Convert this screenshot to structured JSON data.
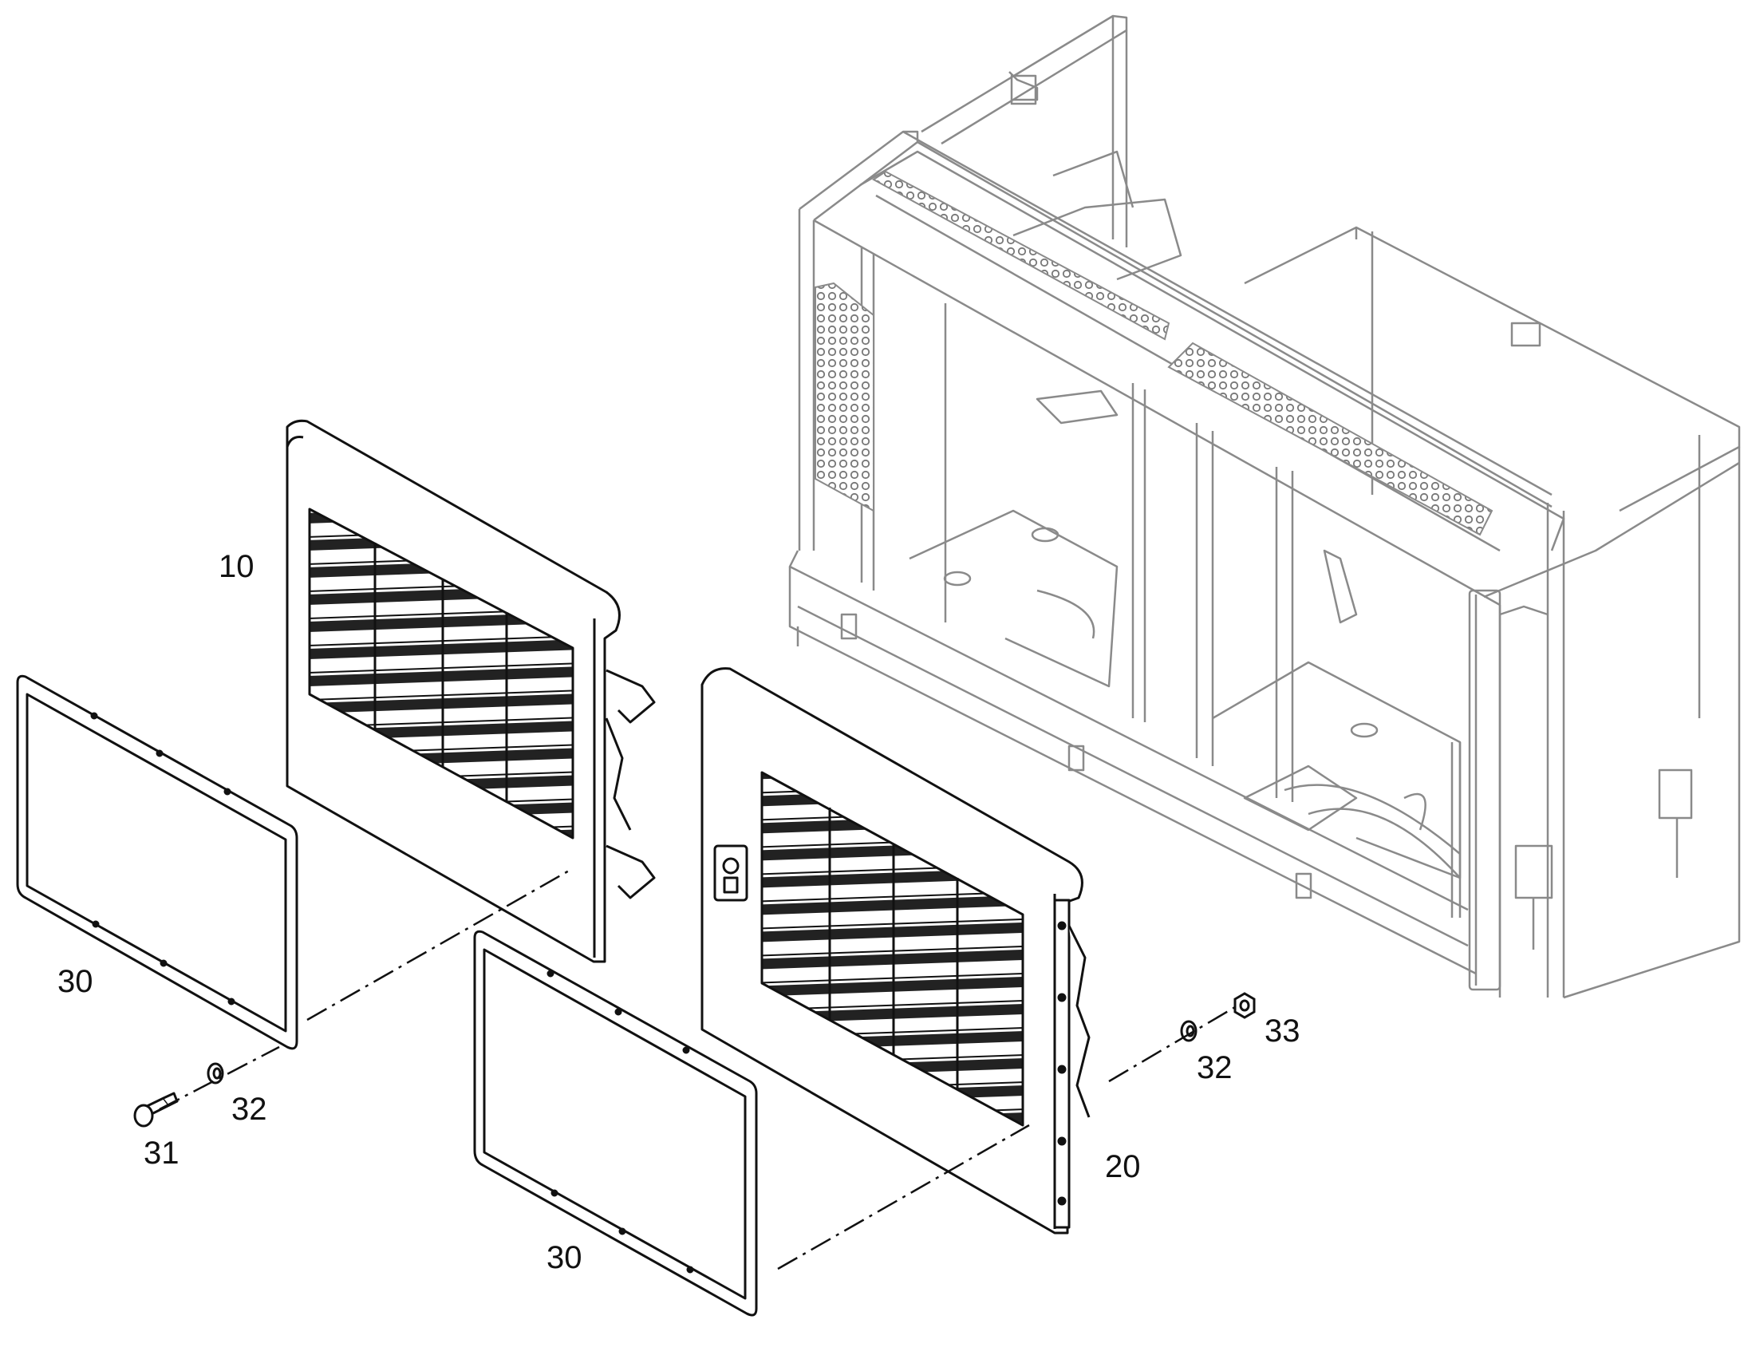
{
  "diagram": {
    "line_color": "#111111",
    "frame_line_color": "#8a8a8a",
    "background": "#ffffff",
    "callouts": [
      {
        "id": "c10",
        "label": "10"
      },
      {
        "id": "c20",
        "label": "20"
      },
      {
        "id": "c30a",
        "label": "30"
      },
      {
        "id": "c30b",
        "label": "30"
      },
      {
        "id": "c31",
        "label": "31"
      },
      {
        "id": "c32a",
        "label": "32"
      },
      {
        "id": "c32b",
        "label": "32"
      },
      {
        "id": "c33",
        "label": "33"
      }
    ]
  }
}
